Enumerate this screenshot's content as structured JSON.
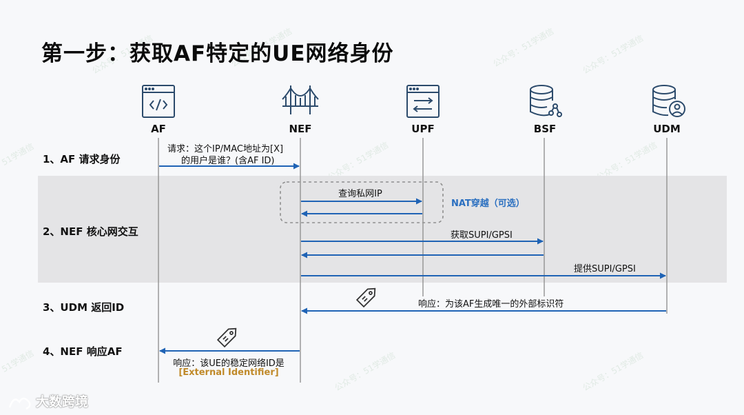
{
  "title": "第一步：获取AF特定的UE网络身份",
  "actors": [
    {
      "id": "af",
      "label": "AF",
      "icon": "code-window-icon"
    },
    {
      "id": "nef",
      "label": "NEF",
      "icon": "bridge-icon"
    },
    {
      "id": "upf",
      "label": "UPF",
      "icon": "exchange-window-icon"
    },
    {
      "id": "bsf",
      "label": "BSF",
      "icon": "database-network-icon"
    },
    {
      "id": "udm",
      "label": "UDM",
      "icon": "database-user-icon"
    }
  ],
  "steps": [
    {
      "label": "1、AF 请求身份"
    },
    {
      "label": "2、NEF 核心网交互"
    },
    {
      "label": "3、UDM 返回ID"
    },
    {
      "label": "4、NEF 响应AF"
    }
  ],
  "messages": {
    "request_line1": "请求：这个IP/MAC地址为[X]",
    "request_line2": "的用户是谁？(含AF ID)",
    "query_private_ip": "查询私网IP",
    "nat_traversal": "NAT穿越（可选）",
    "get_supi": "获取SUPI/GPSI",
    "provide_supi": "提供SUPI/GPSI",
    "udm_response": "响应：为该AF生成唯一的外部标识符",
    "nef_response_line1": "响应：该UE的稳定网络ID是",
    "nef_response_line2": "[External Identifier]"
  },
  "watermark": "公众号：51学通信",
  "watermark_short": "51学通信",
  "logo": "大数跨境",
  "colors": {
    "arrow": "#1f63b5",
    "lifeline": "#8a8a8a",
    "icon": "#2b4a6b",
    "band": "#e4e4e6",
    "nat": "#2a6fc0",
    "external_id": "#c08a2a"
  }
}
